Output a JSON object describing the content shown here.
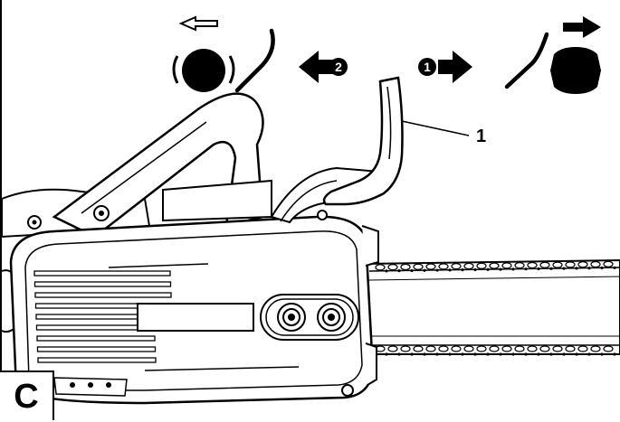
{
  "figure": {
    "letter": "C",
    "callout_label": "1",
    "step_labels": [
      "1",
      "2"
    ]
  },
  "icons": [
    "brake-engaged-icon",
    "brake-released-icon",
    "arrow-left-icon",
    "arrow-right-icon"
  ],
  "colors": {
    "ink": "#000000",
    "paper": "#ffffff"
  }
}
